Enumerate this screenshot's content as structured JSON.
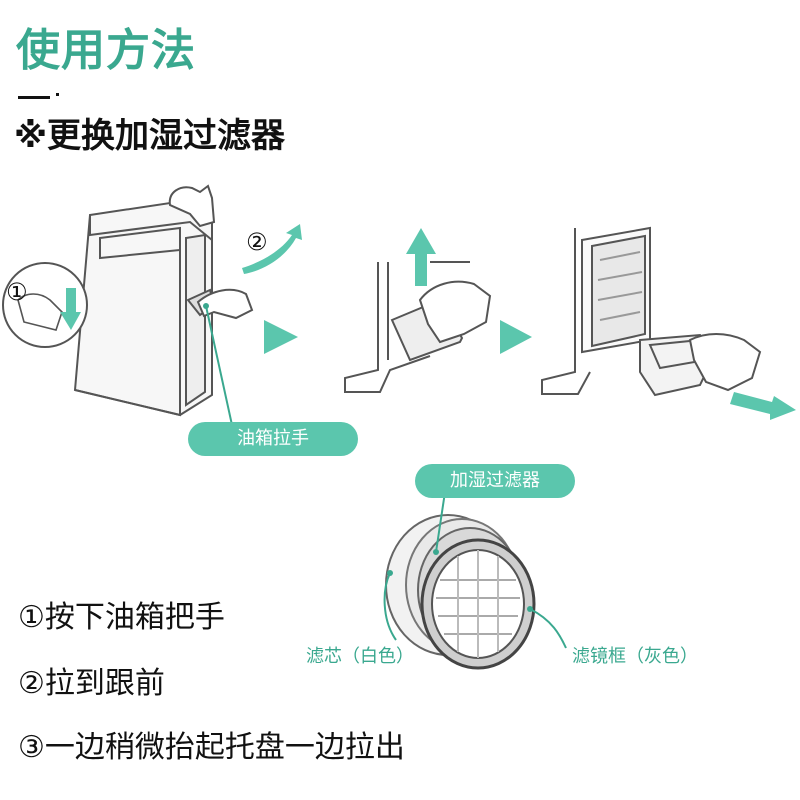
{
  "header": {
    "title": "使用方法",
    "subtitle": "※更换加湿过滤器"
  },
  "figure": {
    "step_marker_1": "①",
    "step_marker_2": "②",
    "handle_label": "油箱拉手",
    "filter_label": "加湿过滤器",
    "core_label": "滤芯（白色）",
    "frame_label": "滤镜框（灰色）"
  },
  "steps": [
    "①按下油箱把手",
    "②拉到跟前",
    "③一边稍微抬起托盘一边拉出"
  ],
  "colors": {
    "accent": "#5bc6ad",
    "accent_text": "#3aa88f",
    "line": "#555555"
  }
}
